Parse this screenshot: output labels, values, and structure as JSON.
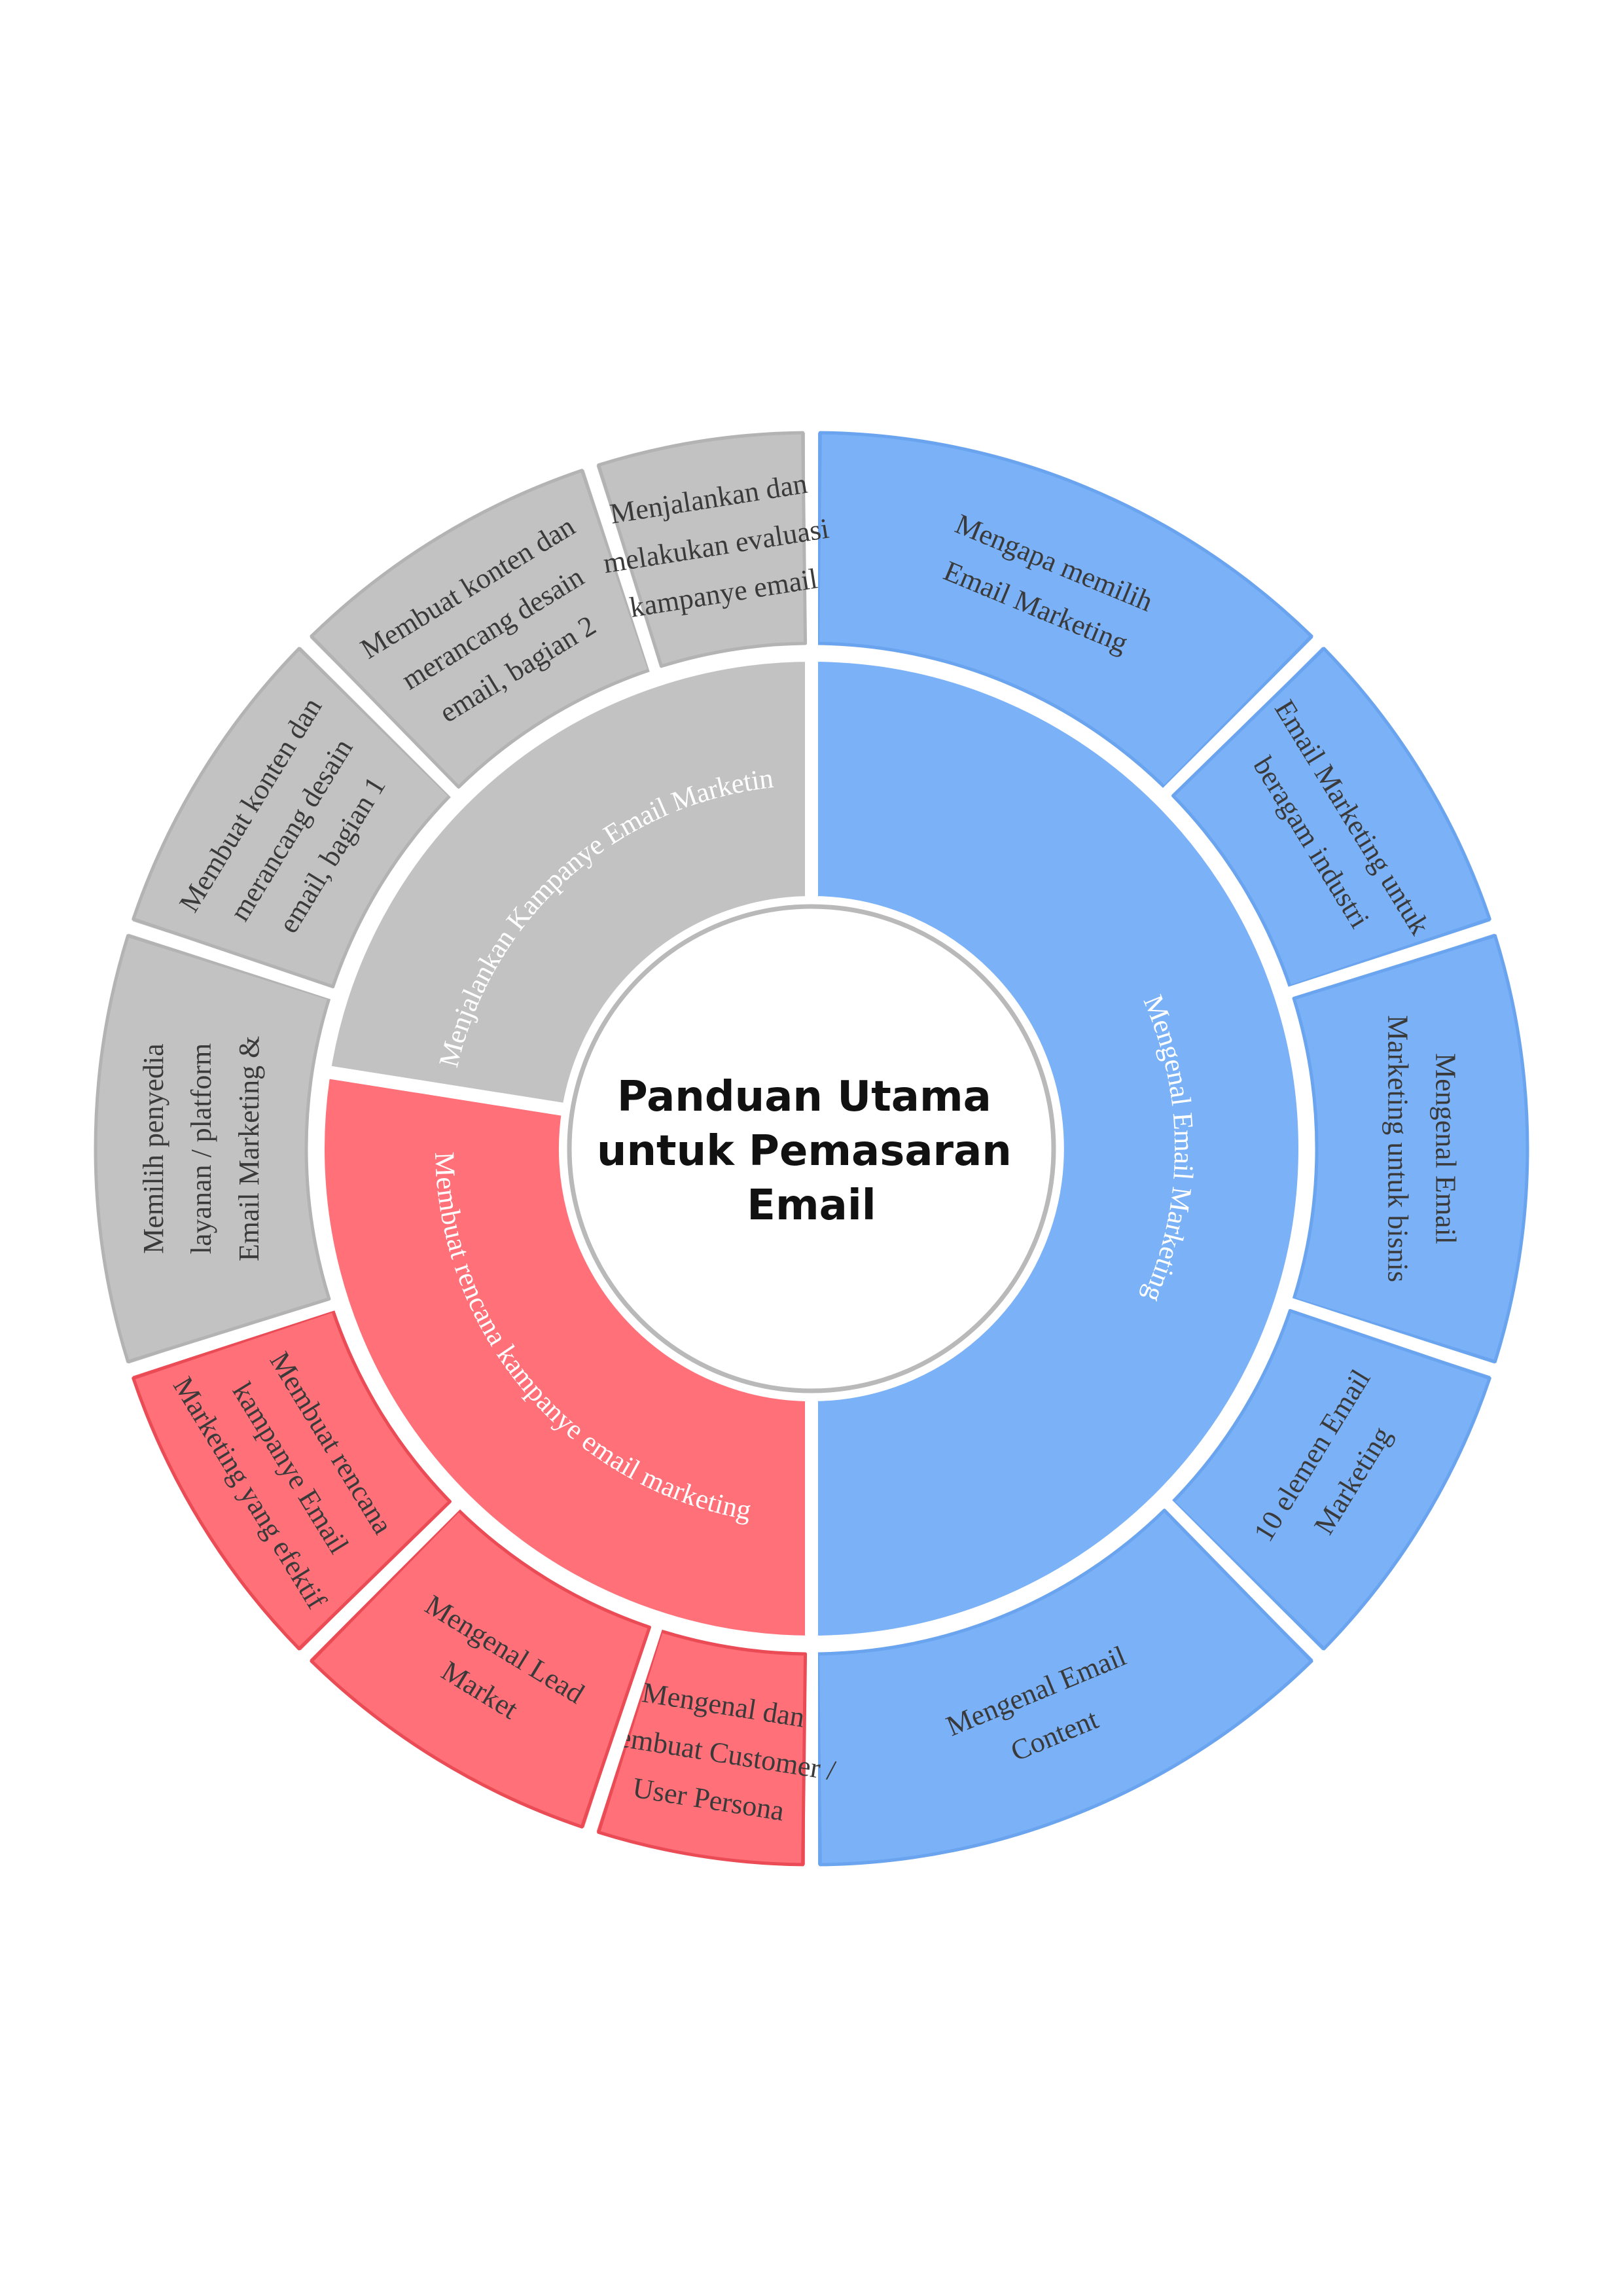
{
  "title_lines": [
    "Panduan Utama",
    "untuk Pemasaran",
    "Email"
  ],
  "colors": {
    "gray": "#c2c2c2",
    "gray_stroke": "#b3b3b3",
    "blue": "#7ab1f7",
    "blue_stroke": "#6aa4ef",
    "red": "#ff7079",
    "red_stroke": "#ea4b55",
    "center_fill": "#ffffff",
    "center_stroke": "#b9b9b9"
  },
  "inner_ring": [
    {
      "label": "Mengenal Email Marketing",
      "color": "blue",
      "from": 0,
      "to": 180
    },
    {
      "label": "Membuat rencana kampanye email marketing",
      "color": "red",
      "from": 180,
      "to": 279
    },
    {
      "label": "Menjalankan Kampanye Email Marketing",
      "color": "gray",
      "from": 279,
      "to": 360
    }
  ],
  "outer_ring": [
    {
      "lines": [
        "Mengapa memilih",
        "Email Marketing"
      ],
      "color": "blue",
      "from": 0,
      "to": 45
    },
    {
      "lines": [
        "Email Marketing untuk",
        "beragam industri"
      ],
      "color": "blue",
      "from": 45,
      "to": 72
    },
    {
      "lines": [
        "Mengenal Email",
        "Marketing untuk bisnis"
      ],
      "color": "blue",
      "from": 72,
      "to": 108
    },
    {
      "lines": [
        "10 elemen Email",
        "Marketing"
      ],
      "color": "blue",
      "from": 108,
      "to": 135
    },
    {
      "lines": [
        "Mengenal Email",
        "Content"
      ],
      "color": "blue",
      "from": 135,
      "to": 180
    },
    {
      "lines": [
        "Mengenal dan",
        "membuat Customer /",
        "User Persona"
      ],
      "color": "red",
      "from": 180,
      "to": 198
    },
    {
      "lines": [
        "Mengenal Lead",
        "Market"
      ],
      "color": "red",
      "from": 198,
      "to": 225
    },
    {
      "lines": [
        "Membuat rencana",
        "kampanye Email",
        "Marketing yang efektif"
      ],
      "color": "red",
      "from": 225,
      "to": 252
    },
    {
      "lines": [
        "Memilih penyedia",
        "layanan / platform",
        "Email Marketing &"
      ],
      "color": "gray",
      "from": 252,
      "to": 288
    },
    {
      "lines": [
        "Membuat konten dan",
        "merancang desain",
        "email, bagian 1"
      ],
      "color": "gray",
      "from": 288,
      "to": 315
    },
    {
      "lines": [
        "Membuat konten dan",
        "merancang desain",
        "email, bagian 2"
      ],
      "color": "gray",
      "from": 315,
      "to": 342
    },
    {
      "lines": [
        "Menjalankan dan",
        "melakukan evaluasi",
        "kampanye email"
      ],
      "color": "gray",
      "from": 342,
      "to": 360
    }
  ]
}
